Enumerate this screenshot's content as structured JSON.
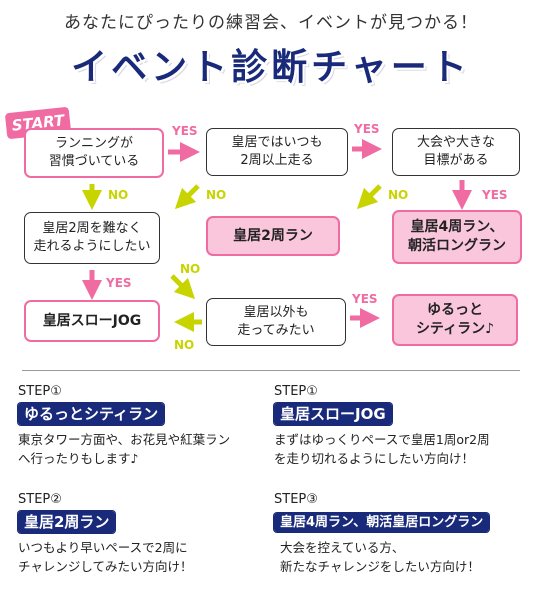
{
  "header": {
    "subtitle": "あなたにぴったりの練習会、イベントが見つかる！",
    "title": "イベント診断チャート"
  },
  "flow": {
    "start_label": "START",
    "q1": "ランニングが\n習慣づいている",
    "q2": "皇居ではいつも\n2周以上走る",
    "q3": "大会や大きな\n目標がある",
    "q4": "皇居2周を難なく\n走れるようにしたい",
    "q5": "皇居以外も\n走ってみたい",
    "r_2lap": "皇居2周ラン",
    "r_4lap": "皇居4周ラン、\n朝活ロングラン",
    "r_slow": "皇居スローJOG",
    "r_city": "ゆるっと\nシティラン♪",
    "yes": "YES",
    "no": "NO"
  },
  "steps": [
    {
      "step": "STEP①",
      "title": "ゆるっとシティラン",
      "desc": "東京タワー方面や、お花見や紅葉ラン\nへ行ったりもします♪"
    },
    {
      "step": "STEP①",
      "title": "皇居スローJOG",
      "desc": "まずはゆっくりペースで皇居1周or2周\nを走り切れるようにしたい方向け！"
    },
    {
      "step": "STEP②",
      "title": "皇居2周ラン",
      "desc": "いつもより早いペースで2周に\nチャレンジしてみたい方向け！"
    },
    {
      "step": "STEP③",
      "title": "皇居4周ラン、朝活皇居ロングラン",
      "desc": "大会を控えている方、\n新たなチャレンジをしたい方向け！"
    }
  ],
  "colors": {
    "navy": "#1a2a7a",
    "pink": "#f06ba1",
    "lime": "#c8d400",
    "pink_fill": "#f9c6dc"
  }
}
